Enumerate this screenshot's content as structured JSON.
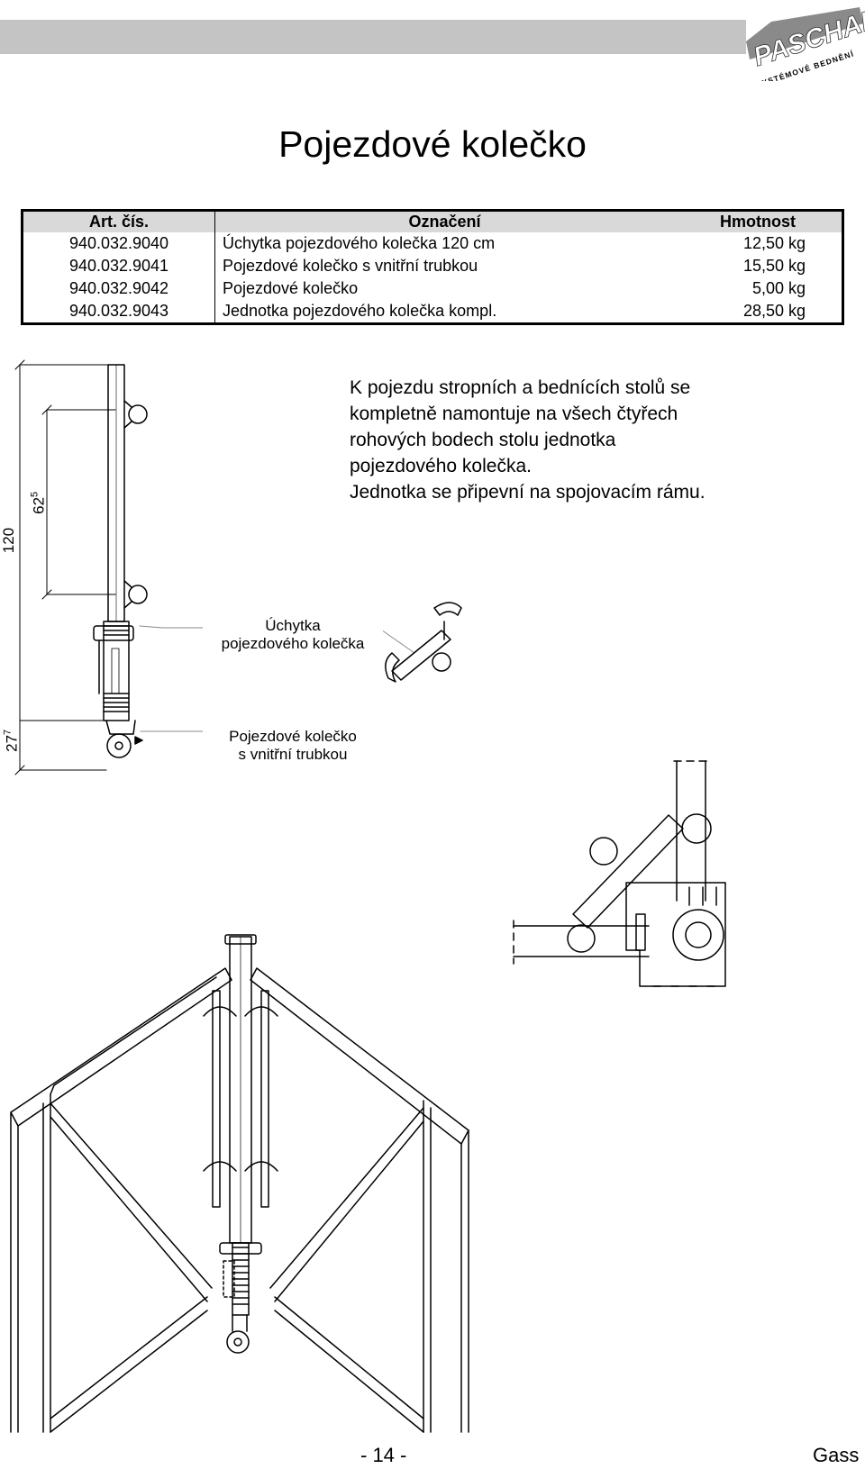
{
  "header": {
    "logo_text": "PASCHAL",
    "logo_subtext": "SYSTÉMOVÉ BEDNĚNÍ"
  },
  "title": "Pojezdové kolečko",
  "table": {
    "headers": [
      "Art. čís.",
      "Označení",
      "Hmotnost"
    ],
    "rows": [
      [
        "940.032.9040",
        "Úchytka pojezdového kolečka 120 cm",
        "12,50 kg"
      ],
      [
        "940.032.9041",
        "Pojezdové kolečko s vnitřní trubkou",
        "15,50 kg"
      ],
      [
        "940.032.9042",
        "Pojezdové kolečko",
        "5,00 kg"
      ],
      [
        "940.032.9043",
        "Jednotka pojezdového kolečka kompl.",
        "28,50 kg"
      ]
    ]
  },
  "description": [
    "K pojezdu stropních a bednících stolů se",
    "kompletně namontuje na všech čtyřech",
    "rohových bodech stolu jednotka",
    "pojezdového kolečka.",
    "Jednotka se připevní na spojovacím rámu."
  ],
  "dimensions": {
    "total": "120",
    "mid_main": "62",
    "mid_sup": "5",
    "wheel_main": "27",
    "wheel_sup": "7"
  },
  "labels": {
    "bracket": [
      "Úchytka",
      "pojezdového kolečka"
    ],
    "wheel": [
      "Pojezdové kolečko",
      "s vnitřní trubkou"
    ]
  },
  "footer": {
    "page": "- 14 -",
    "brand": "Gass"
  }
}
